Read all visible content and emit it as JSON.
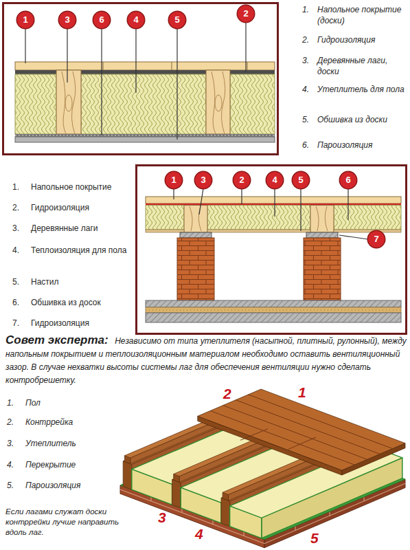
{
  "diagram": {
    "nodes": [
      {
        "text": [
          "1"
        ]
      },
      {
        "text": [
          "3"
        ]
      },
      {
        "text": [
          "6"
        ]
      },
      {
        "text": [
          "4"
        ]
      },
      {
        "text": [
          "5"
        ]
      },
      {
        "text": [
          "2"
        ]
      },
      {
        "text": [
          "1"
        ]
      },
      {
        "text": [
          "3"
        ]
      },
      {
        "text": [
          "2"
        ]
      },
      {
        "text": [
          "4"
        ]
      },
      {
        "text": [
          "5"
        ]
      },
      {
        "text": [
          "6"
        ]
      },
      {
        "text": [
          "7"
        ]
      }
    ],
    "labels": [
      "1.",
      "Напольное покрытие (доски)",
      "2.",
      "Гидроизоляция",
      "3.",
      "Деревянные лаги, доски",
      "4.",
      "Утеплитель для пола",
      "5.",
      "Обшивка из доски",
      "6.",
      "Пароизоляция",
      "1.",
      "Напольное покрытие",
      "2.",
      "Гидроизоляция",
      "3.",
      "Деревянные лаги",
      "4.",
      "Теплоизоляция для пола",
      "5.",
      "Настил",
      "6.",
      "Обшивка из досок",
      "7.",
      "Гидроизоляция",
      "Совет эксперта:",
      "Независимо от типа утеплителя (насыпной, плитный, рулонный), между напольным покрытием и теплоизоляционным материалом необходимо оставить вентиляционный зазор. В случае нехватки высоты системы лаг для обеспечения вентиляции нужно сделать контробрешетку.",
      "1.",
      "Пол",
      "2.",
      "Контррейка",
      "3.",
      "Утеплитель",
      "4.",
      "Перекрытие",
      "5.",
      "Пароизоляция",
      "Если лагами служат доски контррейки лучше направить вдоль лаг.",
      "2",
      "1",
      "3",
      "4",
      "5"
    ]
  }
}
